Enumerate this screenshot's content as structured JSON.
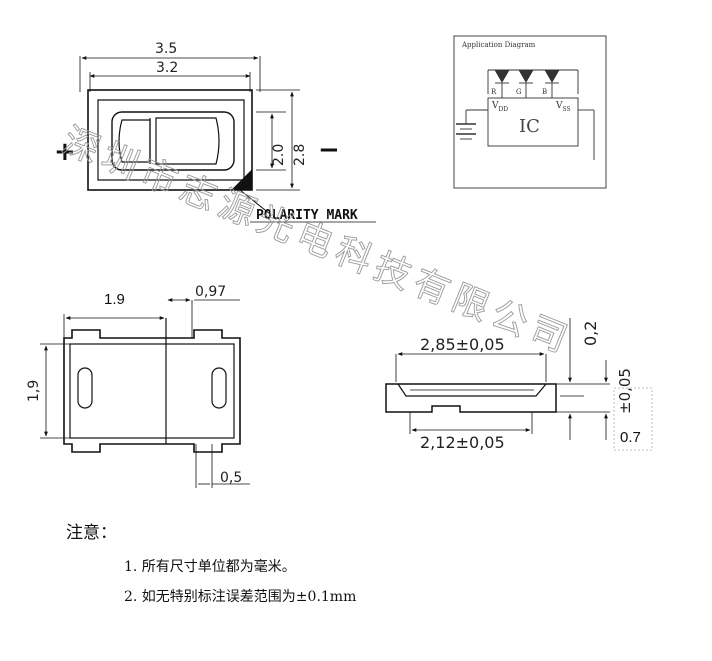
{
  "top_view": {
    "dim_outer_width": "3.5",
    "dim_inner_width": "3.2",
    "dim_inner_height": "2.0",
    "dim_outer_height": "2.8",
    "plus": "+",
    "minus": "−",
    "polarity_mark": "POLARITY MARK"
  },
  "app_diagram": {
    "title": "Application Diagram",
    "led_r": "R",
    "led_g": "G",
    "led_b": "B",
    "vdd": "V",
    "vdd_sub": "DD",
    "vss": "V",
    "vss_sub": "SS",
    "ic": "IC"
  },
  "bottom_view": {
    "dim_width": "1.9",
    "dim_tab": "0,97",
    "dim_height": "1,9",
    "dim_gap": "0,5"
  },
  "side_view": {
    "dim_top": "2,85±0,05",
    "dim_bottom": "2,12±0,05",
    "dim_cap": "0,2",
    "dim_body": "±0,05",
    "dim_total": "0.7"
  },
  "watermark": "深圳市志源光电科技有限公司",
  "notes": {
    "title": "注意：",
    "item1": "1. 所有尺寸单位都为毫米。",
    "item2": "2. 如无特别标注误差范围为±0.1mm"
  }
}
